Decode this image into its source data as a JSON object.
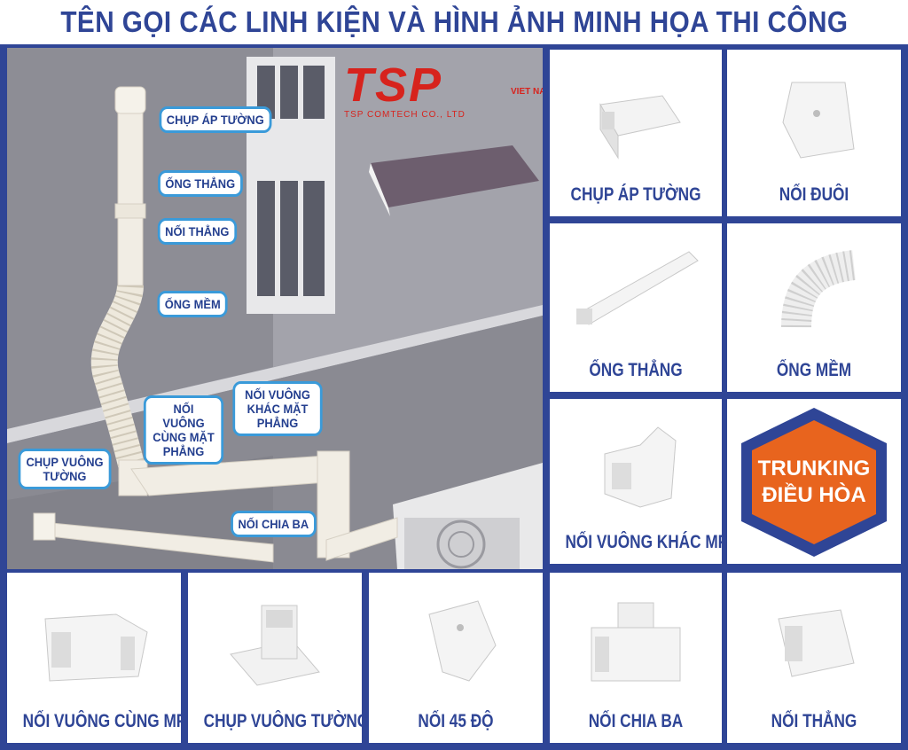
{
  "title": "TÊN GỌI CÁC LINH KIỆN VÀ HÌNH ẢNH MINH HỌA THI CÔNG",
  "logo": {
    "brand": "TSP",
    "tag": "VIET NAM",
    "company": "TSP COMTECH CO., LTD"
  },
  "callouts": {
    "chup_ap_tuong": "CHỤP ÁP TƯỜNG",
    "ong_thang": "ỐNG THẲNG",
    "noi_thang": "NỐI THẲNG",
    "ong_mem": "ỐNG MỀM",
    "noi_vuong_cung": "NỐI VUÔNG CÙNG MẶT PHẲNG",
    "noi_vuong_khac": "NỐI VUÔNG KHÁC MẶT PHẲNG",
    "chup_vuong_tuong": "CHỤP VUÔNG TƯỜNG",
    "noi_chia_ba": "NỐI CHIA BA"
  },
  "cards": [
    {
      "label": "CHỤP ÁP TƯỜNG"
    },
    {
      "label": "NỐI ĐUÔI"
    },
    {
      "label": "ỐNG THẲNG"
    },
    {
      "label": "ỐNG MỀM"
    },
    {
      "label": "NỐI VUÔNG KHÁC MP"
    },
    {
      "label": "NỐI VUÔNG CÙNG MP"
    },
    {
      "label": "CHỤP VUÔNG TƯỜNG"
    },
    {
      "label": "NỐI 45 ĐỘ"
    },
    {
      "label": "NỐI CHIA BA"
    },
    {
      "label": "NỐI THẲNG"
    }
  ],
  "badge": {
    "line1": "TRUNKING",
    "line2": "ĐIỀU HÒA"
  },
  "colors": {
    "brand_blue": "#2f4596",
    "callout_border": "#3a9ad9",
    "badge_orange": "#e8641e",
    "logo_red": "#d7231d"
  }
}
